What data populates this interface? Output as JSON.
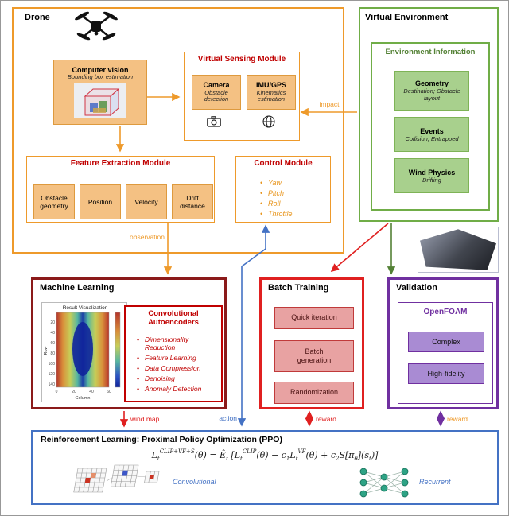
{
  "palette": {
    "orange": "#EE9A2B",
    "orange_fill": "#F4C183",
    "red_title": "#C00000",
    "green_border": "#70AD47",
    "green_fill": "#A8D08D",
    "green_text": "#538135",
    "maroon": "#8B1A1A",
    "bright_red": "#E02020",
    "pink_fill": "#E8A2A2",
    "purple": "#7030A0",
    "purple_fill": "#A98BD3",
    "blue": "#4472C4",
    "teal_node": "#2EA385"
  },
  "drone": {
    "title": "Drone",
    "computer_vision": {
      "title": "Computer vision",
      "subtitle": "Bounding box estimation"
    },
    "virtual_sensing": {
      "title": "Virtual Sensing Module",
      "camera": {
        "title": "Camera",
        "subtitle": "Obstacle detection"
      },
      "imu_gps": {
        "title": "IMU/GPS",
        "subtitle": "Kinematics estimation"
      }
    },
    "feature_extraction": {
      "title": "Feature Extraction Module",
      "features": [
        "Obstacle geometry",
        "Position",
        "Velocity",
        "Drift distance"
      ]
    },
    "control_module": {
      "title": "Control Module",
      "controls": [
        "Yaw",
        "Pitch",
        "Roll",
        "Throttle"
      ]
    }
  },
  "virtual_environment": {
    "title": "Virtual Environment",
    "environment_information": {
      "title": "Environment Information",
      "items": [
        {
          "title": "Geometry",
          "subtitle": "Destination; Obstacle layout"
        },
        {
          "title": "Events",
          "subtitle": "Collision; Entrapped"
        },
        {
          "title": "Wind Physics",
          "subtitle": "Drifting"
        }
      ]
    }
  },
  "machine_learning": {
    "title": "Machine Learning",
    "heatmap": {
      "title": "Result Visualization",
      "xlabel": "Column",
      "ylabel": "Row",
      "x_ticks": [
        "0",
        "20",
        "40",
        "60"
      ],
      "y_ticks": [
        "20",
        "40",
        "60",
        "80",
        "100",
        "120",
        "140"
      ]
    },
    "autoencoders": {
      "title": "Convolutional Autoencoders",
      "items": [
        "Dimensionality Reduction",
        "Feature Learning",
        "Data Compression",
        "Denoising",
        "Anomaly Detection"
      ]
    }
  },
  "batch_training": {
    "title": "Batch Training",
    "items": [
      "Quick iteration",
      "Batch generation",
      "Randomization"
    ]
  },
  "validation": {
    "title": "Validation",
    "openfoam": {
      "title": "OpenFOAM",
      "items": [
        "Complex",
        "High-fidelity"
      ]
    }
  },
  "reinforcement_learning": {
    "title": "Reinforcement Learning: Proximal Policy Optimization (PPO)",
    "conv_label": "Convolutional",
    "recurrent_label": "Recurrent",
    "formula_parts": [
      {
        "t": "L"
      },
      {
        "t": "t",
        "s": "sub"
      },
      {
        "t": "CLIP+VF+S",
        "s": "sup"
      },
      {
        "t": "(θ) = "
      },
      {
        "t": "Ê"
      },
      {
        "t": "t",
        "s": "sub"
      },
      {
        "t": " ["
      },
      {
        "t": "L"
      },
      {
        "t": "t",
        "s": "sub"
      },
      {
        "t": "CLIP",
        "s": "sup"
      },
      {
        "t": "(θ) − c"
      },
      {
        "t": "1",
        "s": "sub"
      },
      {
        "t": "L"
      },
      {
        "t": "t",
        "s": "sub"
      },
      {
        "t": "VF",
        "s": "sup"
      },
      {
        "t": "(θ) + c"
      },
      {
        "t": "2",
        "s": "sub"
      },
      {
        "t": "S[π"
      },
      {
        "t": "θ",
        "s": "sub"
      },
      {
        "t": "](s"
      },
      {
        "t": "t",
        "s": "sub"
      },
      {
        "t": ")]"
      }
    ]
  },
  "arrow_labels": {
    "impact": "impact",
    "observation": "observation",
    "action": "action",
    "wind_map": "wind map",
    "reward_batch": "reward",
    "reward_validation": "reward"
  }
}
